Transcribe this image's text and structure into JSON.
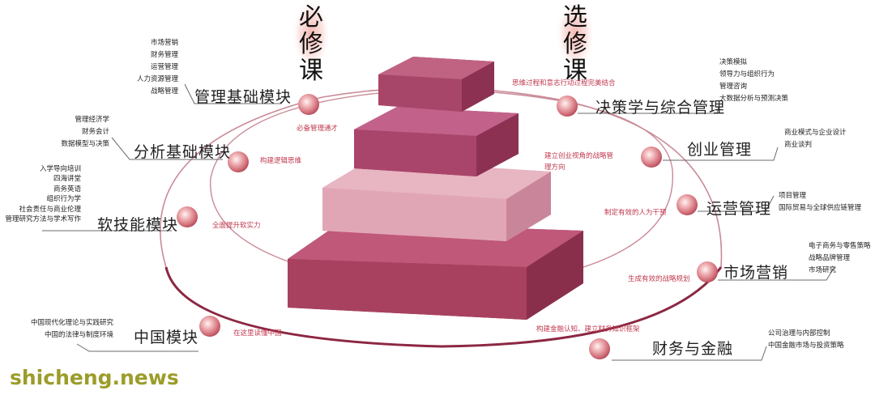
{
  "headers": {
    "required": "必修课",
    "elective": "选修课"
  },
  "left_modules": [
    {
      "title": "管理基础模块",
      "note": "必备管理通才",
      "items": [
        "市场营销",
        "财务管理",
        "运营管理",
        "人力资源管理",
        "战略管理"
      ]
    },
    {
      "title": "分析基础模块",
      "note": "构建逻辑思维",
      "items": [
        "管理经济学",
        "财务会计",
        "数据模型与决策"
      ]
    },
    {
      "title": "软技能模块",
      "note": "全面提升软实力",
      "items": [
        "入学导向培训",
        "四海讲堂",
        "商务英语",
        "组织行为学",
        "社会责任与商业伦理",
        "管理研究方法与学术写作"
      ]
    },
    {
      "title": "中国模块",
      "note": "在这里读懂中国",
      "items": [
        "中国现代化理论与实践研究",
        "中国的法律与制度环境"
      ]
    }
  ],
  "right_modules": [
    {
      "title": "决策学与综合管理",
      "note": "思维过程和意志行动过程完美结合",
      "items": [
        "决策模拟",
        "领导力与组织行为",
        "管理咨询",
        "大数据分析与预测决策"
      ]
    },
    {
      "title": "创业管理",
      "note": "建立创业视角的战略管理方向",
      "items": [
        "商业模式与企业设计",
        "商业谈判"
      ]
    },
    {
      "title": "运营管理",
      "note": "制定有效的人为干预",
      "items": [
        "项目管理",
        "国际贸易与全球供应链管理"
      ]
    },
    {
      "title": "市场营销",
      "note": "生成有效的战略规划",
      "items": [
        "电子商务与零售策略",
        "战略品牌管理",
        "市场研究"
      ]
    },
    {
      "title": "财务与金融",
      "note": "构建金融认知、建立财务知识框架",
      "items": [
        "公司治理与内部控制",
        "中国金融市场与投资策略"
      ]
    }
  ],
  "watermark": "shicheng.news",
  "colors": {
    "accent": "#c0394f",
    "tier_top": "#b04a6c",
    "tier_light": "#e3a3b4",
    "ring": "#8c2742"
  }
}
